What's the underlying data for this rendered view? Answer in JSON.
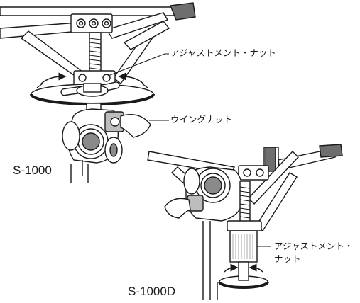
{
  "labels": {
    "adjustment_nut_top": "アジャストメント・ナット",
    "wing_nut": "ウイングナット",
    "model_s1000": "S-1000",
    "adjustment_nut_bottom_line1": "アジャストメント・",
    "adjustment_nut_bottom_line2": "ナット",
    "model_s1000d": "S-1000D"
  },
  "colors": {
    "line": "#1a1a1a",
    "body": "#ffffff",
    "shade": "#bdbdbd",
    "dark_shade": "#6e6e6e",
    "knob_center": "#8a8a8a"
  }
}
